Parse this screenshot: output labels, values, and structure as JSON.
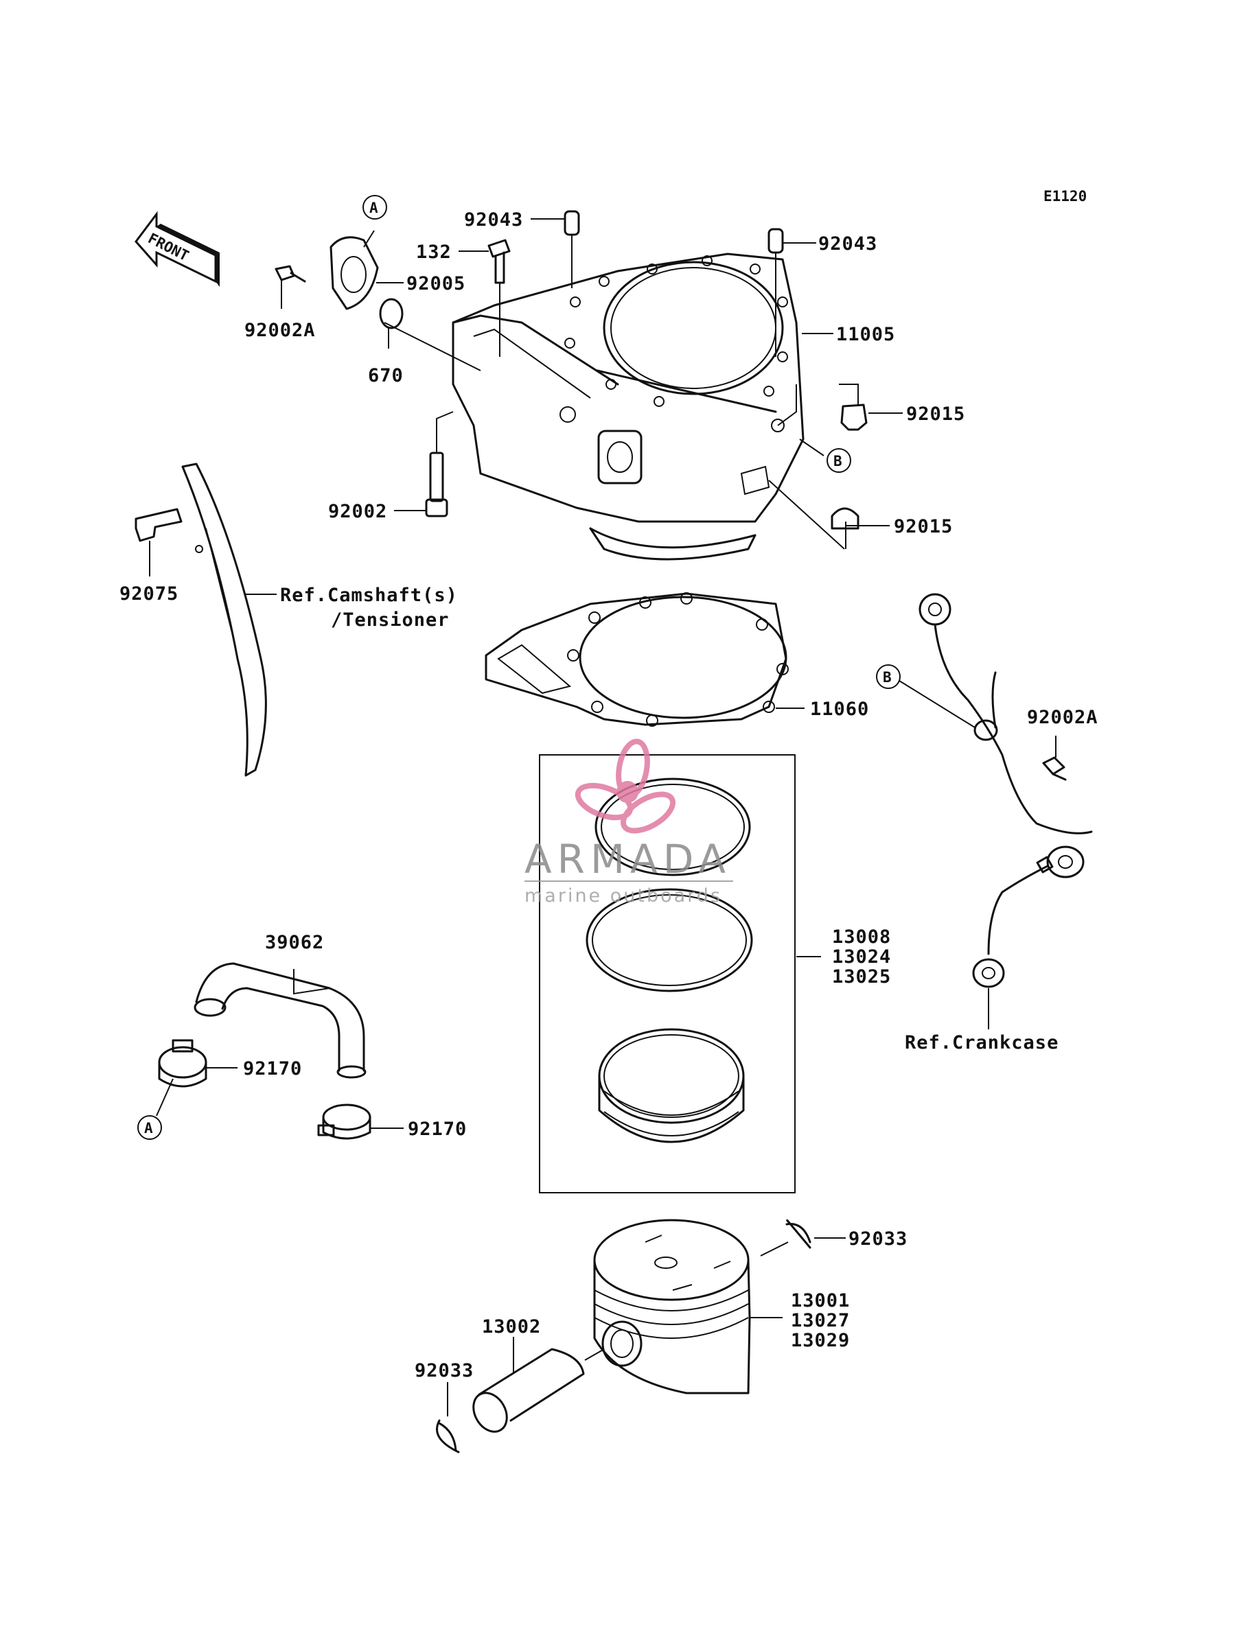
{
  "diagram": {
    "code": "E1120",
    "front_label": "FRONT",
    "callout_a": "A",
    "callout_b": "B",
    "parts": {
      "p92043_left": "92043",
      "p92043_right": "92043",
      "p132": "132",
      "p92005": "92005",
      "p92002A_top": "92002A",
      "p670": "670",
      "p11005": "11005",
      "p92015_upper": "92015",
      "p92015_lower": "92015",
      "p92002": "92002",
      "p92075": "92075",
      "ref_camshaft_1": "Ref.Camshaft(s)",
      "ref_camshaft_2": "/Tensioner",
      "p11060": "11060",
      "p92002A_right": "92002A",
      "ref_crankcase": "Ref.Crankcase",
      "p13008": "13008",
      "p13024": "13024",
      "p13025": "13025",
      "p39062": "39062",
      "p92170_upper": "92170",
      "p92170_lower": "92170",
      "p92033_right": "92033",
      "p92033_left": "92033",
      "p13001": "13001",
      "p13027": "13027",
      "p13029": "13029",
      "p13002": "13002"
    }
  },
  "watermark": {
    "brand": "ARMADA",
    "tagline": "marine outboards",
    "logo_color": "#e07aa0"
  }
}
